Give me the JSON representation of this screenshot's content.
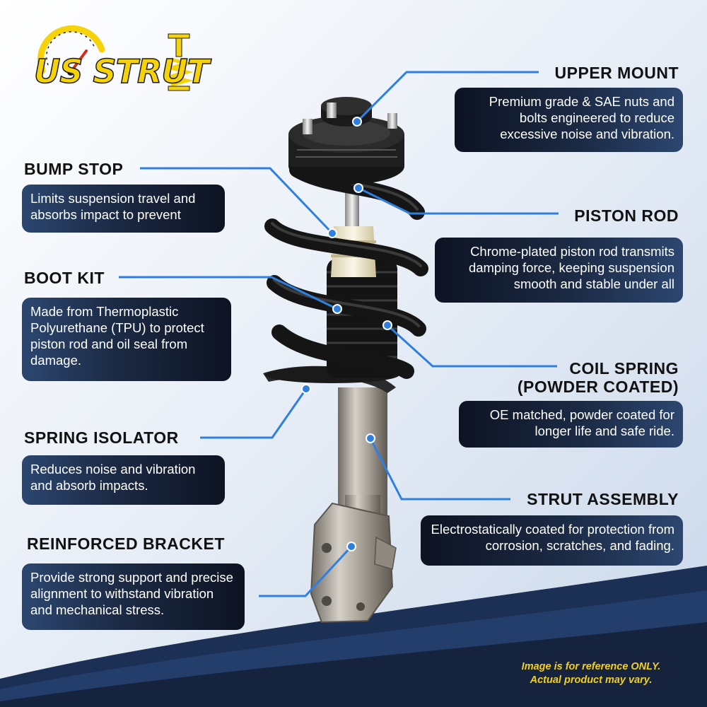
{
  "logo": {
    "text": "US STRUT"
  },
  "callouts": {
    "upper_mount": {
      "title": "UPPER MOUNT",
      "text": "Premium grade & SAE nuts and bolts engineered to reduce excessive noise and vibration."
    },
    "bump_stop": {
      "title": "BUMP STOP",
      "text": "Limits suspension travel and absorbs impact to prevent"
    },
    "piston_rod": {
      "title": "PISTON ROD",
      "text": "Chrome-plated piston rod transmits damping force, keeping suspension smooth and stable under all"
    },
    "boot_kit": {
      "title": "BOOT KIT",
      "text": "Made from Thermoplastic Polyurethane (TPU) to protect piston rod and oil seal from damage."
    },
    "coil_spring": {
      "title_line1": "COIL SPRING",
      "title_line2": "(POWDER COATED)",
      "text": "OE matched, powder coated for longer life and safe ride."
    },
    "spring_isolator": {
      "title": "SPRING ISOLATOR",
      "text": "Reduces noise and vibration and absorb impacts."
    },
    "strut_assembly": {
      "title": "STRUT ASSEMBLY",
      "text": "Electrostatically coated for protection from corrosion, scratches, and fading."
    },
    "reinforced_bracket": {
      "title": "REINFORCED BRACKET",
      "text": "Provide strong support and precise alignment to withstand vibration and mechanical stress."
    }
  },
  "disclaimer": {
    "line1": "Image is for reference ONLY.",
    "line2": "Actual product may vary."
  },
  "colors": {
    "accent_line": "#2f7fe0",
    "box_dark": "#0d1322",
    "box_light": "#2c4770",
    "logo_yellow": "#f5d20a",
    "disclaimer_yellow": "#f4cf1a"
  }
}
